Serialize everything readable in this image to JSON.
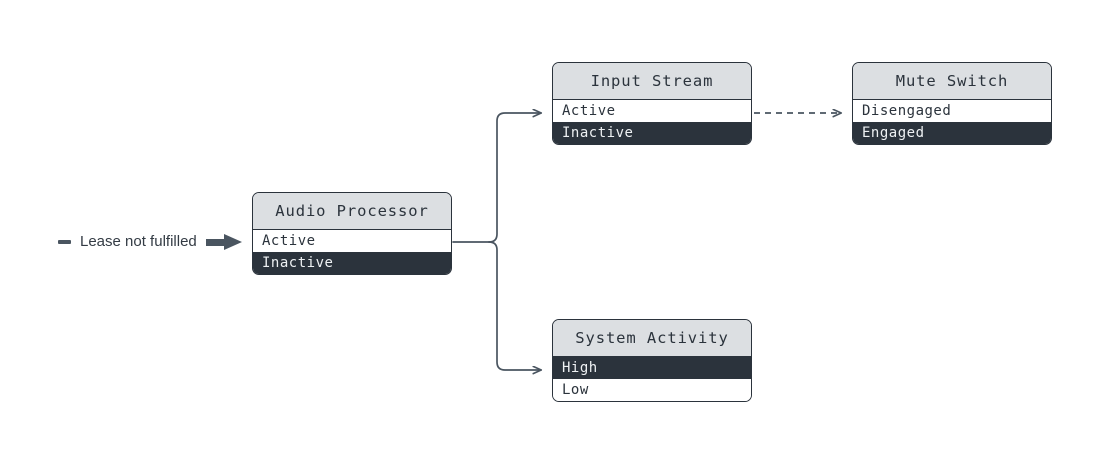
{
  "diagram": {
    "type": "state-flow-diagram",
    "background_color": "#ffffff",
    "colors": {
      "border": "#2b333c",
      "header_fill": "#dcdfe2",
      "active_row_fill": "#2b333c",
      "active_row_text": "#eef1f3",
      "inactive_row_fill": "#ffffff",
      "inactive_row_text": "#2b333c",
      "edge": "#4a5560",
      "label_text": "#333b44"
    },
    "source_label": {
      "marker": "dash-marker",
      "text": "Lease not fulfilled",
      "arrow": "thick-arrow-right"
    },
    "nodes": [
      {
        "id": "audio-processor",
        "title": "Audio Processor",
        "rows": [
          {
            "label": "Active",
            "state": "off"
          },
          {
            "label": "Inactive",
            "state": "on"
          }
        ]
      },
      {
        "id": "input-stream",
        "title": "Input Stream",
        "rows": [
          {
            "label": "Active",
            "state": "off"
          },
          {
            "label": "Inactive",
            "state": "on"
          }
        ]
      },
      {
        "id": "mute-switch",
        "title": "Mute Switch",
        "rows": [
          {
            "label": "Disengaged",
            "state": "off"
          },
          {
            "label": "Engaged",
            "state": "on"
          }
        ]
      },
      {
        "id": "system-activity",
        "title": "System Activity",
        "rows": [
          {
            "label": "High",
            "state": "on"
          },
          {
            "label": "Low",
            "state": "off"
          }
        ]
      }
    ],
    "edges": [
      {
        "from": "audio-processor",
        "to": "input-stream",
        "style": "solid",
        "arrow": true
      },
      {
        "from": "audio-processor",
        "to": "system-activity",
        "style": "solid",
        "arrow": true
      },
      {
        "from": "input-stream",
        "to": "mute-switch",
        "style": "dashed",
        "arrow": true
      }
    ]
  }
}
